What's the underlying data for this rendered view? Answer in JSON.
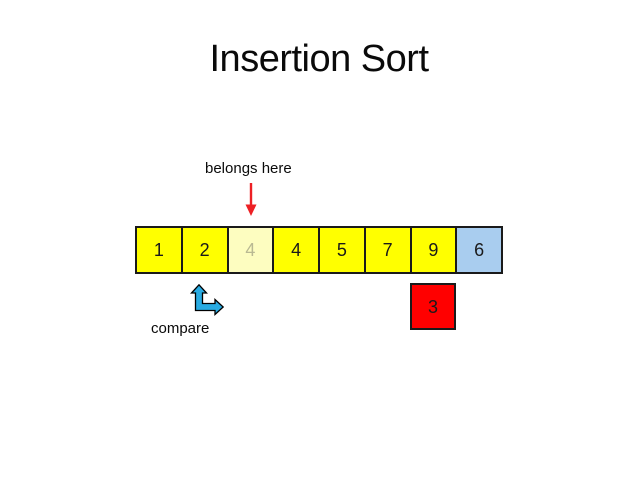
{
  "slide": {
    "title": "Insertion Sort"
  },
  "annotations": {
    "belongs_here_label": "belongs here",
    "compare_label": "compare"
  },
  "array_row": {
    "cells": [
      {
        "value": "1",
        "fill": "#ffff00",
        "text_color": "#1a1a1a"
      },
      {
        "value": "2",
        "fill": "#ffff00",
        "text_color": "#1a1a1a"
      },
      {
        "value": "4",
        "fill": "#fdfdc0",
        "text_color": "#b9b993"
      },
      {
        "value": "4",
        "fill": "#ffff00",
        "text_color": "#1a1a1a"
      },
      {
        "value": "5",
        "fill": "#ffff00",
        "text_color": "#1a1a1a"
      },
      {
        "value": "7",
        "fill": "#ffff00",
        "text_color": "#1a1a1a"
      },
      {
        "value": "9",
        "fill": "#ffff00",
        "text_color": "#1a1a1a"
      },
      {
        "value": "6",
        "fill": "#a9cdef",
        "text_color": "#1a1a1a"
      }
    ]
  },
  "moving_cell": {
    "value": "3",
    "fill": "#ff0000",
    "text_color": "#1a1a1a"
  },
  "colors": {
    "border": "#1a1a1a",
    "arrow_red": "#ed2024",
    "arrow_blue": "#29abe2"
  }
}
